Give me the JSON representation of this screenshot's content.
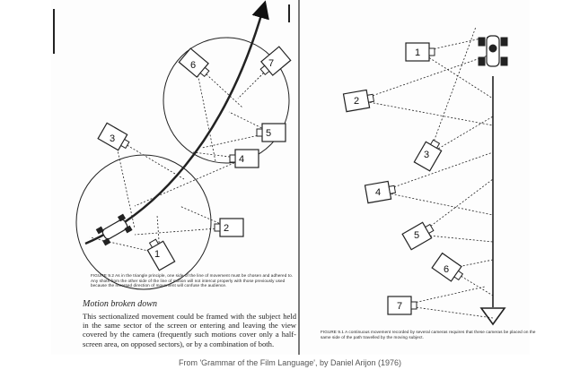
{
  "left_page": {
    "figure_caption": "FIGURE 9.2  As in the triangle principle, one side of the line of movement must be chosen and adhered to. Any shots from the other side of the line of motion will not intercut properly with those previously used because the reversed direction of movement will confuse the audience.",
    "heading": "Motion broken down",
    "paragraph": "This sectionalized movement could be framed with the subject held in the same sector of the screen or entering and leaving the view covered by the camera (frequently such motions cover only a half-screen area, on opposed sectors), or by a combination of both.",
    "cameras": [
      "1",
      "2",
      "3",
      "4",
      "5",
      "6",
      "7"
    ]
  },
  "right_page": {
    "figure_caption": "FIGURE 9.1  A continuous movement recorded by several cameras requires that these cameras be placed on the same side of the path travelled by the moving subject.",
    "cameras": [
      "1",
      "2",
      "3",
      "4",
      "5",
      "6",
      "7"
    ]
  },
  "caption": "From 'Grammar of the Film Language', by Daniel Arijon (1976)"
}
